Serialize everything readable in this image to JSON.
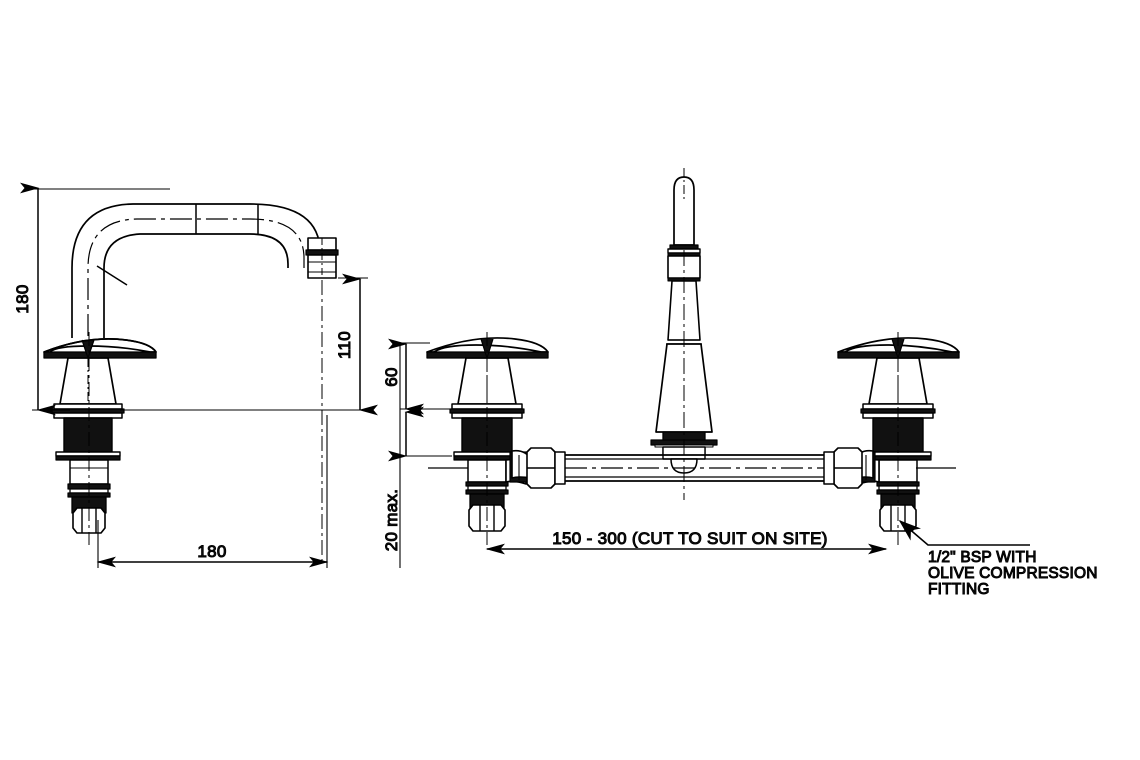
{
  "drawing": {
    "title": "Pillar tap and deck mixer assembly technical drawing",
    "background_color": "#ffffff",
    "line_color": "#000000",
    "views": [
      {
        "name": "side-elevation-swivel-spout-tap",
        "description": "Side elevation of single swivel spout pillar tap with cross handle"
      },
      {
        "name": "front-elevation-three-piece-set",
        "description": "Front elevation of three-piece tap set: two cross-handle valves and centre spout linked by cut-to-length pipe"
      }
    ]
  },
  "dimensions": {
    "overall_height": {
      "value": "180",
      "orientation": "vertical",
      "view": "side-elevation-swivel-spout-tap"
    },
    "spout_height": {
      "value": "110",
      "orientation": "vertical",
      "view": "side-elevation-swivel-spout-tap"
    },
    "spout_reach": {
      "value": "180",
      "orientation": "horizontal",
      "view": "side-elevation-swivel-spout-tap"
    },
    "handle_height": {
      "value": "60",
      "orientation": "vertical",
      "view": "front-elevation-three-piece-set"
    },
    "deck_thickness": {
      "value": "20 max.",
      "orientation": "vertical",
      "view": "front-elevation-three-piece-set"
    },
    "centre_spacing": {
      "value": "150 - 300 (CUT TO SUIT ON SITE)",
      "orientation": "horizontal",
      "view": "front-elevation-three-piece-set"
    }
  },
  "annotations": {
    "inlet_fitting": {
      "lines": [
        "1/2\" BSP WITH",
        "OLIVE COMPRESSION",
        "FITTING"
      ],
      "leader": "points to lower hexagonal nut of right hand valve"
    }
  },
  "components": {
    "swivel_spout": "swivel-spout",
    "spout_outlet": "spout-outlet-nozzle",
    "cross_handle": "cross-handle",
    "headwork_shroud": "headwork-shroud",
    "deck_flange": "deck-flange",
    "backnut": "backnut",
    "tail_hex_nut": "tail-hex-nut",
    "connecting_pipe": "connecting-pipe",
    "compression_elbow": "compression-elbow",
    "centre_spout": "centre-spout"
  }
}
